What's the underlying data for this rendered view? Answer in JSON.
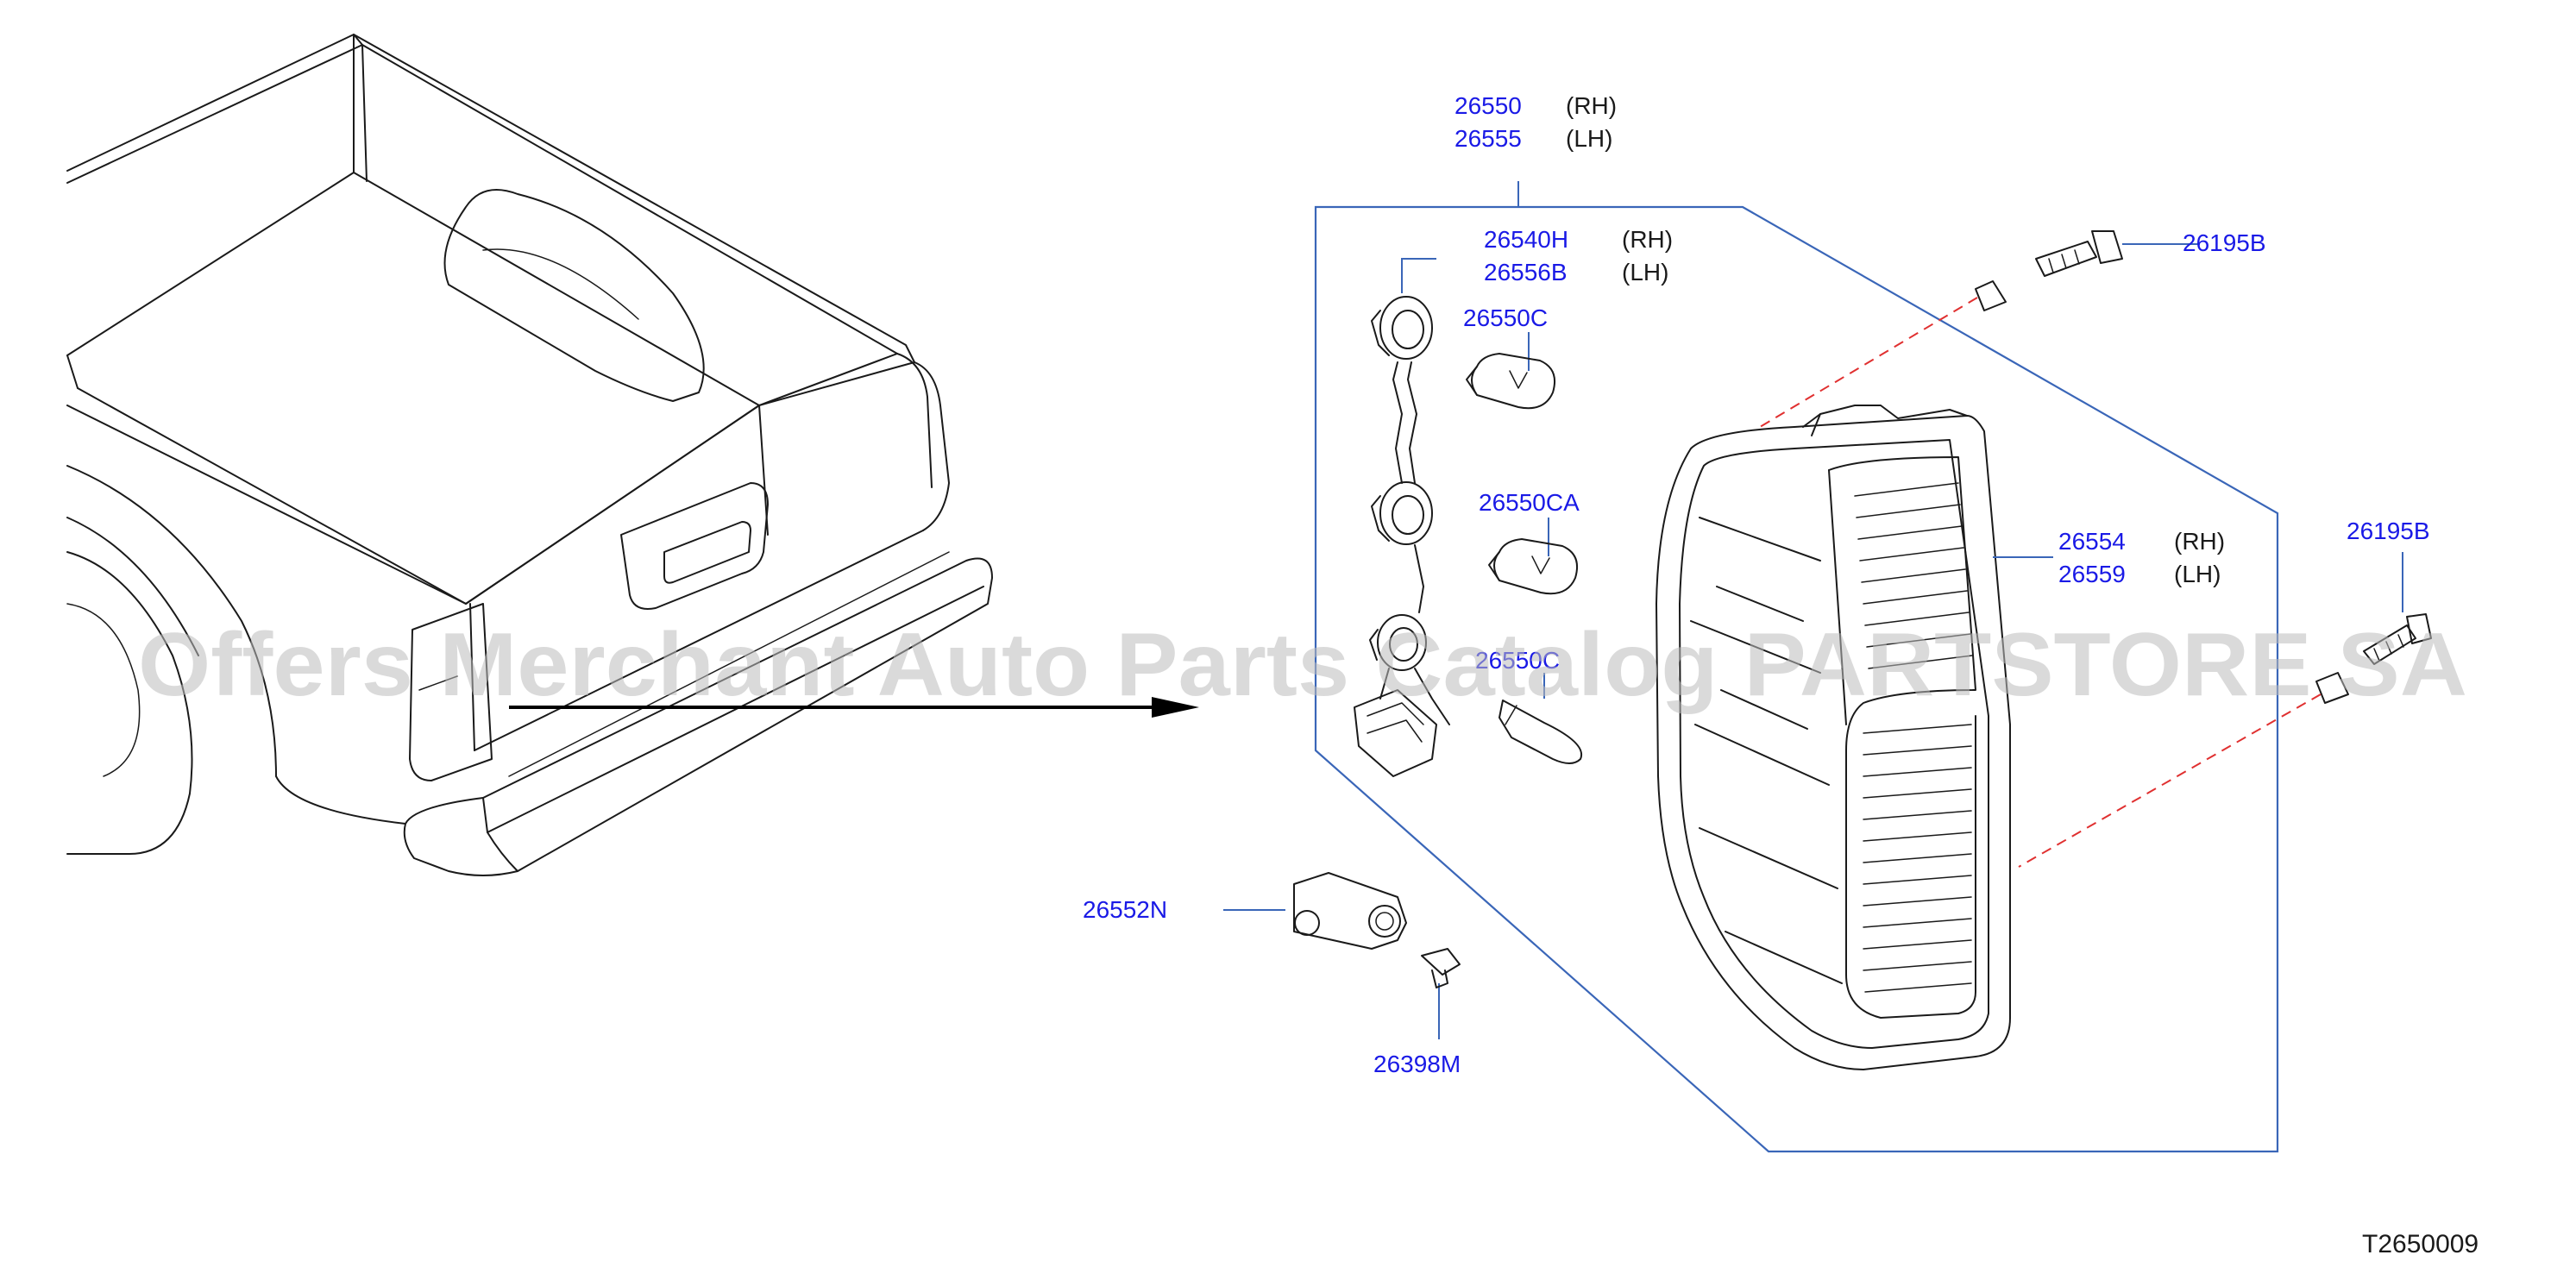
{
  "labels": {
    "p26550": "26550",
    "p26550_side": "(RH)",
    "p26555": "26555",
    "p26555_side": "(LH)",
    "p26540H": "26540H",
    "p26540H_side": "(RH)",
    "p26556B": "26556B",
    "p26556B_side": "(LH)",
    "p26550C": "26550C",
    "p26550CA": "26550CA",
    "p26550C_2": "26550C",
    "p26195B_top": "26195B",
    "p26195B_right": "26195B",
    "p26554": "26554",
    "p26554_side": "(RH)",
    "p26559": "26559",
    "p26559_side": "(LH)",
    "p26552N": "26552N",
    "p26398M": "26398M"
  },
  "reference_code": "T2650009",
  "watermark": "Offers Merchant Auto Parts Catalog PARTSTORE SA",
  "colors": {
    "part_number": "#1a1ae6",
    "leader_box": "#3a66b8",
    "dashed_guide": "#e03030",
    "line_art": "#1a1a1a"
  }
}
